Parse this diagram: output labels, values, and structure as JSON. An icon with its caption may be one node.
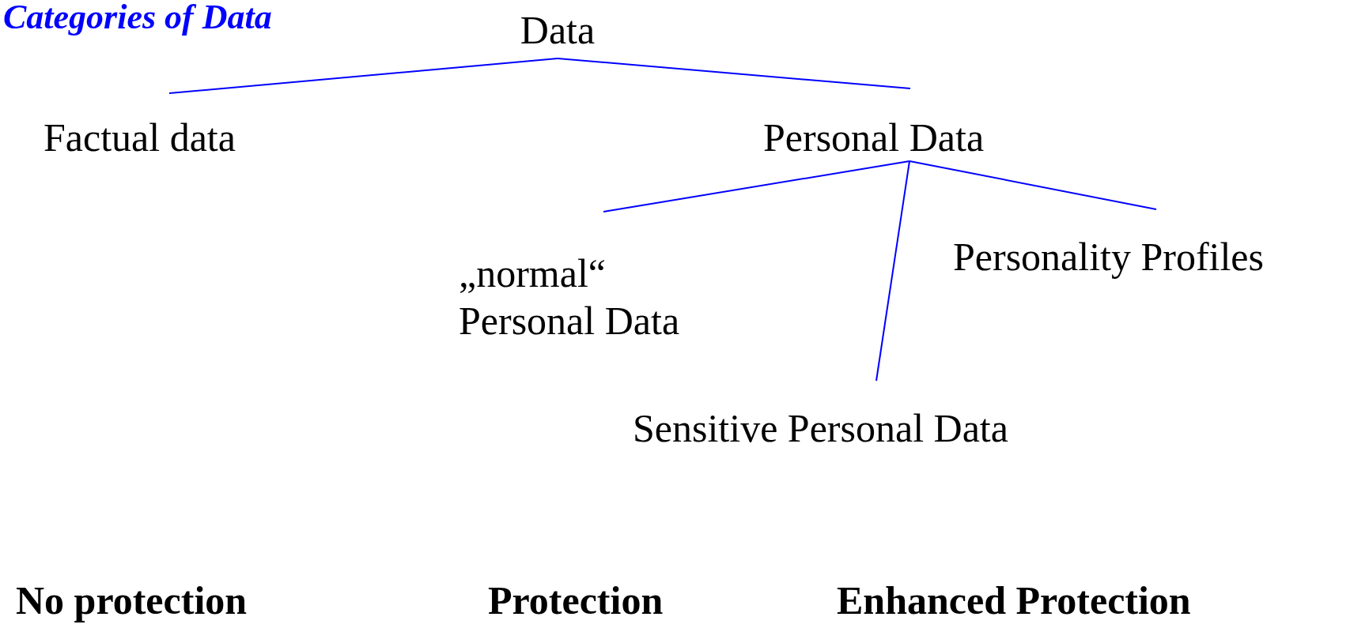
{
  "diagram": {
    "title": "Categories of Data",
    "nodes": [
      {
        "text": [
          "Data"
        ]
      },
      {
        "text": [
          "Factual data"
        ]
      },
      {
        "text": [
          "Personal Data"
        ]
      },
      {
        "text": [
          "„normal“ Personal Data"
        ]
      },
      {
        "text": [
          "Personality Profiles"
        ]
      },
      {
        "text": [
          "Sensitive Personal Data"
        ]
      }
    ],
    "edges": [
      {
        "from": 0,
        "to": 1,
        "arrow": "none"
      },
      {
        "from": 0,
        "to": 2,
        "arrow": "none"
      },
      {
        "from": 2,
        "to": 3,
        "arrow": "none"
      },
      {
        "from": 2,
        "to": 5,
        "arrow": "none"
      },
      {
        "from": 2,
        "to": 4,
        "arrow": "none"
      }
    ],
    "labels": [
      "No protection",
      "Protection",
      "Enhanced Protection"
    ]
  }
}
